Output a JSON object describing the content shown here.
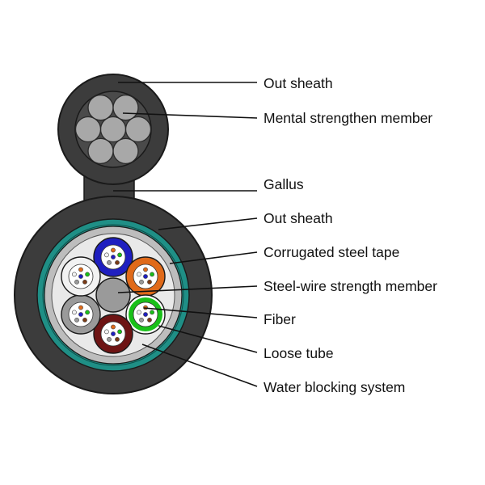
{
  "labels": {
    "out_sheath_top": "Out sheath",
    "mental_strengthen_member": "Mental strengthen member",
    "gallus": "Gallus",
    "out_sheath_main": "Out sheath",
    "corrugated_steel_tape": "Corrugated steel tape",
    "steel_wire_strength_member": "Steel-wire strength member",
    "fiber": "Fiber",
    "loose_tube": "Loose tube",
    "water_blocking_system": "Water blocking system"
  },
  "colors": {
    "sheath": "#3c3c3c",
    "outline": "#1a1a1a",
    "wire": "#a8a8a8",
    "corrugated_tape": "#1f8f86",
    "water_blocking": "#bdbdbd",
    "tube_blue": "#1f1fc0",
    "tube_orange": "#e06a1a",
    "tube_green": "#19c019",
    "tube_brown": "#6e1414",
    "tube_grey": "#9a9a9a",
    "tube_white": "#f2f2f2"
  },
  "fiber_colors": [
    "#1f1fc0",
    "#e06a1a",
    "#19c019",
    "#7a3b16",
    "#9a9a9a",
    "#f4f4f4"
  ]
}
